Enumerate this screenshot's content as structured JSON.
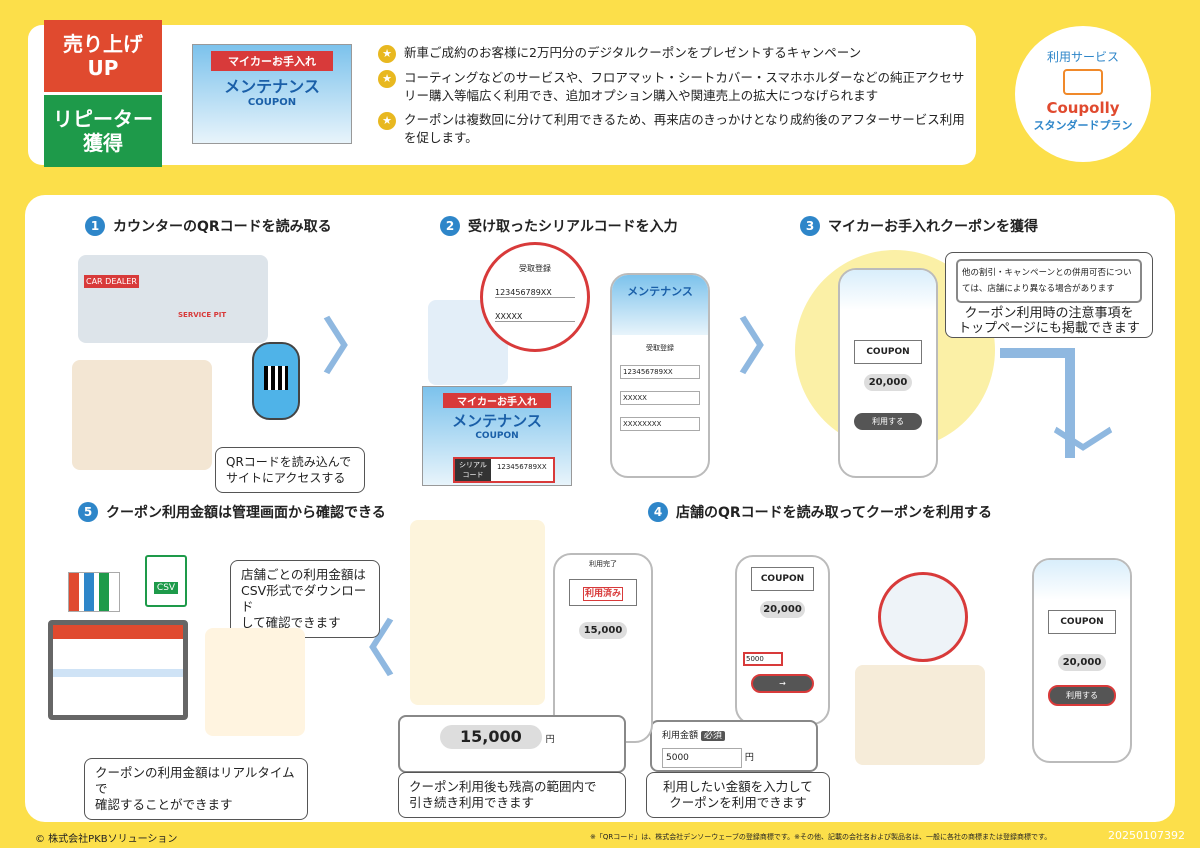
{
  "header": {
    "badge_sales": "売り上げ\nUP",
    "badge_repeat": "リピーター\n獲得",
    "coupon_banner": {
      "top": "マイカーお手入れ",
      "main": "メンテナンス",
      "sub": "COUPON"
    },
    "bullets": [
      "新車ご成約のお客様に2万円分のデジタルクーポンをプレゼントするキャンペーン",
      "コーティングなどのサービスや、フロアマット・シートカバー・スマホホルダーなどの純正アクセサリー購入等幅広く利用でき、追加オプション購入や関連売上の拡大につなげられます",
      "クーポンは複数回に分けて利用できるため、再来店のきっかけとなり成約後のアフターサービス利用を促します。"
    ],
    "service_label": "利用サービス",
    "service_name": "Coupolly",
    "service_plan": "スタンダードプラン"
  },
  "steps": [
    {
      "num": "1",
      "title": "カウンターのQRコードを読み取る",
      "callout": "QRコードを読み込んで\nサイトにアクセスする",
      "shop_sign": "CAR DEALER",
      "service_pit": "SERVICE PIT"
    },
    {
      "num": "2",
      "title": "受け取ったシリアルコードを入力",
      "serial_label": "シリアル\nコード",
      "serial_value": "123456789XX",
      "form_title": "受取登録",
      "input1": "123456789XX",
      "input2": "XXXXX",
      "input3": "XXXXXXXX"
    },
    {
      "num": "3",
      "title": "マイカーお手入れクーポンを獲得",
      "note_box": "他の割引・キャンペーンとの併用可否については、店舗により異なる場合があります",
      "callout": "クーポン利用時の注意事項を\nトップページにも掲載できます",
      "coupon": "COUPON",
      "amount": "20,000",
      "use_btn": "利用する"
    },
    {
      "num": "4",
      "title": "店舗のQRコードを読み取ってクーポンを利用する",
      "input_label": "利用金額",
      "required": "必須",
      "input_value": "5000",
      "yen": "円",
      "callout": "利用したい金額を入力して\nクーポンを利用できます",
      "used_stamp": "利用済み",
      "done_title": "利用完了",
      "used_amount": "15,000",
      "callout2": "クーポン利用後も残高の範囲内で\n引き続き利用できます"
    },
    {
      "num": "5",
      "title": "クーポン利用金額は管理画面から確認できる",
      "csv": "CSV",
      "callout": "店舗ごとの利用金額は\nCSV形式でダウンロード\nして確認できます",
      "callout2": "クーポンの利用金額はリアルタイムで\n確認することができます"
    }
  ],
  "footer": {
    "copyright": "© 株式会社PKBソリューション",
    "notice": "※「QRコード」は、株式会社デンソーウェーブの登録商標です。※その他、記載の会社名および製品名は、一般に各社の商標または登録商標です。",
    "code": "20250107392"
  },
  "colors": {
    "background": "#fcdf4a",
    "accent_blue": "#2e86c9",
    "red": "#e04a2f",
    "green": "#1e9a4a"
  }
}
